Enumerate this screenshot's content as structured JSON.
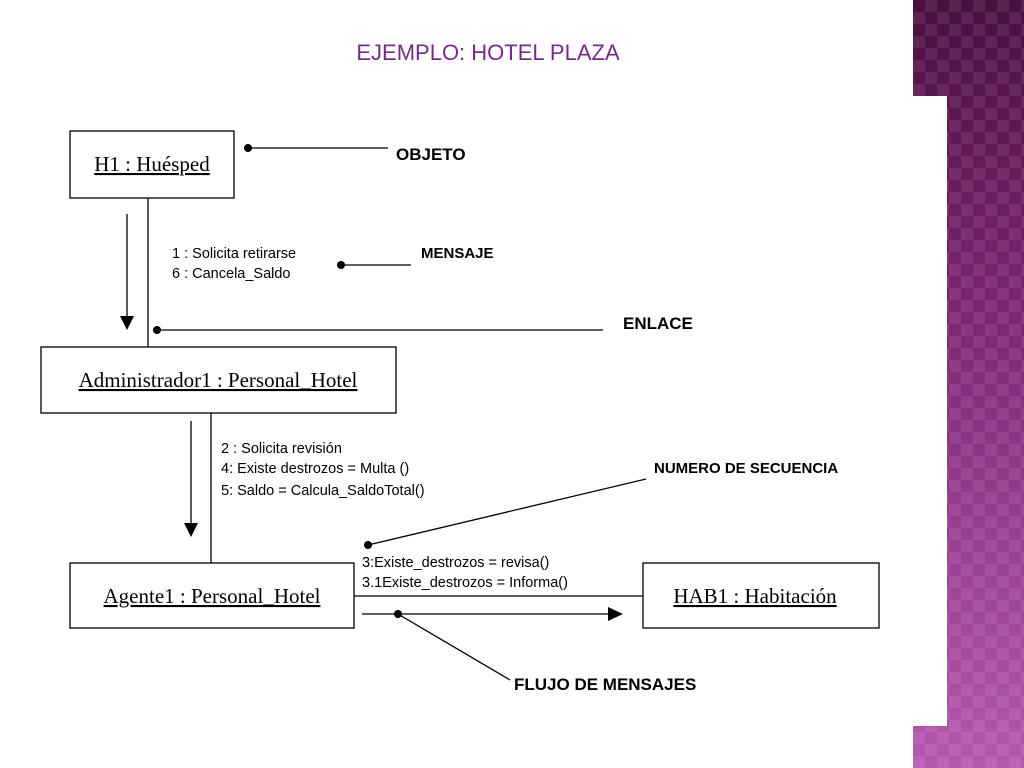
{
  "title": "EJEMPLO: HOTEL PLAZA",
  "objects": {
    "h1": "H1 : Huésped",
    "admin": "Administrador1 : Personal_Hotel",
    "agente": "Agente1 : Personal_Hotel",
    "hab": "HAB1 : Habitación"
  },
  "messages": {
    "m1": "1 : Solicita retirarse",
    "m6": "6 : Cancela_Saldo",
    "m2": "2 : Solicita revisión",
    "m4": "4: Existe destrozos = Multa ()",
    "m5": "5: Saldo = Calcula_SaldoTotal()",
    "m3": "3:Existe_destrozos = revisa()",
    "m31": "3.1Existe_destrozos = Informa()"
  },
  "annotations": {
    "objeto": "OBJETO",
    "mensaje": "MENSAJE",
    "enlace": "ENLACE",
    "secuencia": "NUMERO DE SECUENCIA",
    "flujo": "FLUJO DE MENSAJES"
  },
  "colors": {
    "title": "#7a2a8a",
    "accent_band": "#8e2f86"
  }
}
